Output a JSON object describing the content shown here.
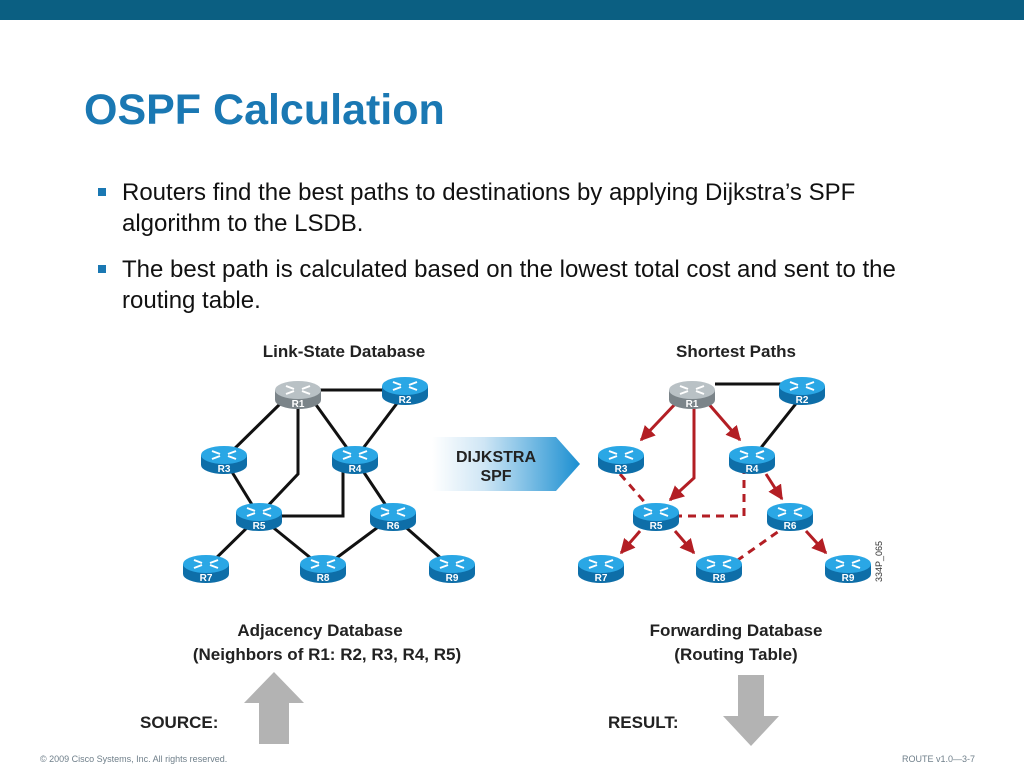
{
  "slide": {
    "title": "OSPF Calculation",
    "bullets": [
      "Routers find the best paths to destinations by applying Dijkstra’s SPF algorithm to the LSDB.",
      "The best path is calculated based on the lowest total cost and sent to the routing table."
    ]
  },
  "diagram": {
    "lsdb_title": "Link-State Database",
    "spt_title": "Shortest Paths",
    "arrow_line1": "DIJKSTRA",
    "arrow_line2": "SPF",
    "adjacency_line1": "Adjacency Database",
    "adjacency_line2": "(Neighbors of R1: R2, R3, R4, R5)",
    "forwarding_line1": "Forwarding Database",
    "forwarding_line2": "(Routing Table)",
    "source_label": "SOURCE:",
    "result_label": "RESULT:",
    "figure_id": "334P_065",
    "routers": [
      "R1",
      "R2",
      "R3",
      "R4",
      "R5",
      "R6",
      "R7",
      "R8",
      "R9"
    ]
  },
  "footer": {
    "copyright": "© 2009 Cisco Systems, Inc. All rights reserved.",
    "course": "ROUTE v1.0—3-7"
  },
  "colors": {
    "accent": "#1a78b3",
    "top_bar": "#0b5f82",
    "router": "#1d95d4",
    "root_router": "#9aa3a8",
    "path": "#b31e24"
  }
}
